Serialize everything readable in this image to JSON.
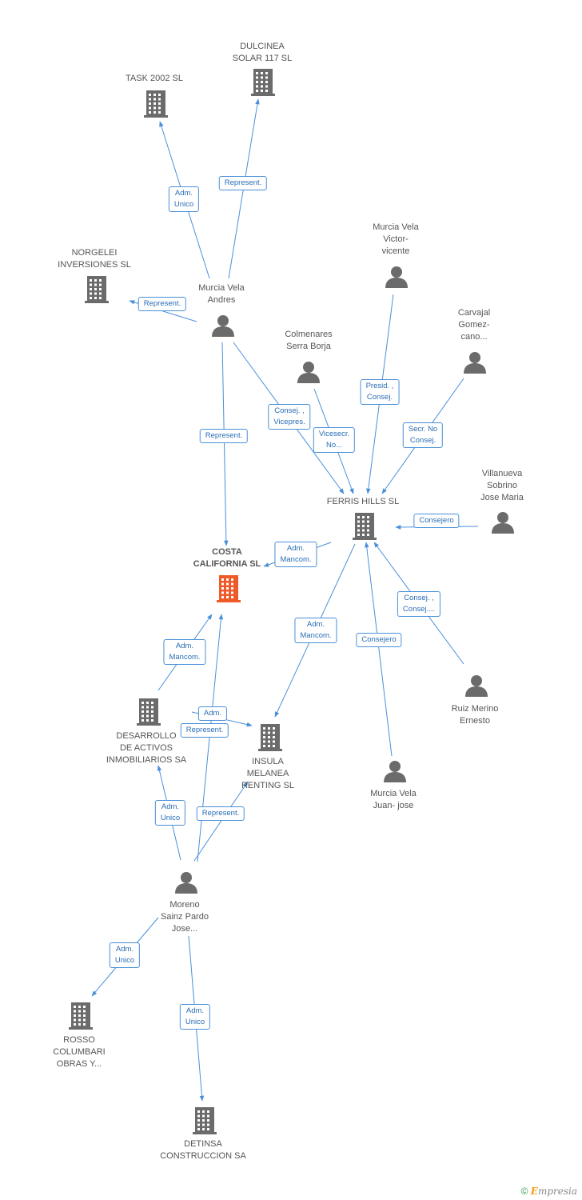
{
  "nodes": [
    {
      "id": "task2002",
      "type": "company",
      "lines": [
        "TASK 2002 SL"
      ]
    },
    {
      "id": "dulcinea",
      "type": "company",
      "lines": [
        "DULCINEA",
        "SOLAR 117 SL"
      ]
    },
    {
      "id": "norgelei",
      "type": "company",
      "lines": [
        "NORGELEI",
        "INVERSIONES SL"
      ]
    },
    {
      "id": "mv_andres",
      "type": "person",
      "lines": [
        "Murcia Vela",
        "Andres"
      ]
    },
    {
      "id": "mv_victor",
      "type": "person",
      "lines": [
        "Murcia Vela",
        "Victor-",
        "vicente"
      ]
    },
    {
      "id": "carvajal",
      "type": "person",
      "lines": [
        "Carvajal",
        "Gomez-",
        "cano..."
      ]
    },
    {
      "id": "colmenares",
      "type": "person",
      "lines": [
        "Colmenares",
        "Serra Borja"
      ]
    },
    {
      "id": "villanueva",
      "type": "person",
      "lines": [
        "Villanueva",
        "Sobrino",
        "Jose Maria"
      ]
    },
    {
      "id": "ferris",
      "type": "company",
      "lines": [
        "FERRIS HILLS SL"
      ]
    },
    {
      "id": "costa",
      "type": "company-main",
      "lines": [
        "COSTA",
        "CALIFORNIA SL"
      ]
    },
    {
      "id": "desarrollo",
      "type": "company",
      "lines": [
        "DESARROLLO",
        "DE ACTIVOS",
        "INMOBILIARIOS SA"
      ]
    },
    {
      "id": "insula",
      "type": "company",
      "lines": [
        "INSULA",
        "MELANEA",
        "RENTING SL"
      ]
    },
    {
      "id": "ruiz",
      "type": "person",
      "lines": [
        "Ruiz Merino",
        "Ernesto"
      ]
    },
    {
      "id": "mv_juan",
      "type": "person",
      "lines": [
        "Murcia Vela",
        "Juan- jose"
      ]
    },
    {
      "id": "moreno",
      "type": "person",
      "lines": [
        "Moreno",
        "Sainz Pardo",
        "Jose..."
      ]
    },
    {
      "id": "rosso",
      "type": "company",
      "lines": [
        "ROSSO",
        "COLUMBARI",
        "OBRAS Y..."
      ]
    },
    {
      "id": "detinsa",
      "type": "company",
      "lines": [
        "DETINSA",
        "CONSTRUCCION SA"
      ]
    }
  ],
  "edges": [
    {
      "from": "mv_andres",
      "to": "task2002",
      "label": [
        "Adm.",
        "Unico"
      ]
    },
    {
      "from": "mv_andres",
      "to": "dulcinea",
      "label": [
        "Represent."
      ]
    },
    {
      "from": "mv_andres",
      "to": "norgelei",
      "label": [
        "Represent."
      ]
    },
    {
      "from": "mv_andres",
      "to": "costa",
      "label": [
        "Represent."
      ]
    },
    {
      "from": "mv_andres",
      "to": "ferris",
      "label": [
        "Consej. ,",
        "Vicepres."
      ]
    },
    {
      "from": "colmenares",
      "to": "ferris",
      "label": [
        "Vicesecr.",
        "No..."
      ]
    },
    {
      "from": "mv_victor",
      "to": "ferris",
      "label": [
        "Presid. ,",
        "Consej."
      ]
    },
    {
      "from": "carvajal",
      "to": "ferris",
      "label": [
        "Secr.  No",
        "Consej."
      ]
    },
    {
      "from": "villanueva",
      "to": "ferris",
      "label": [
        "Consejero"
      ]
    },
    {
      "from": "ferris",
      "to": "costa",
      "label": [
        "Adm.",
        "Mancom."
      ]
    },
    {
      "from": "ferris",
      "to": "insula",
      "label": [
        "Adm.",
        "Mancom."
      ]
    },
    {
      "from": "mv_juan",
      "to": "ferris",
      "label": [
        "Consejero"
      ]
    },
    {
      "from": "ruiz",
      "to": "ferris",
      "label": [
        "Consej. ,",
        "Consej...."
      ]
    },
    {
      "from": "desarrollo",
      "to": "costa",
      "label": [
        "Adm.",
        "Mancom."
      ]
    },
    {
      "from": "desarrollo",
      "to": "insula",
      "label": [
        "Adm."
      ]
    },
    {
      "from": "moreno",
      "to": "costa",
      "label": [
        "Represent."
      ]
    },
    {
      "from": "moreno",
      "to": "desarrollo",
      "label": [
        "Adm.",
        "Unico"
      ]
    },
    {
      "from": "moreno",
      "to": "insula",
      "label": [
        "Represent."
      ]
    },
    {
      "from": "moreno",
      "to": "rosso",
      "label": [
        "Adm.",
        "Unico"
      ]
    },
    {
      "from": "moreno",
      "to": "detinsa",
      "label": [
        "Adm.",
        "Unico"
      ]
    }
  ],
  "colors": {
    "edge": "#4a90d9",
    "icon": "#6b6b6b",
    "icon_main": "#f05a28",
    "label": "#555555",
    "tag_text": "#2a6db5"
  },
  "footer": {
    "copyright": "©",
    "brand_initial": "E",
    "brand_rest": "mpresia"
  }
}
